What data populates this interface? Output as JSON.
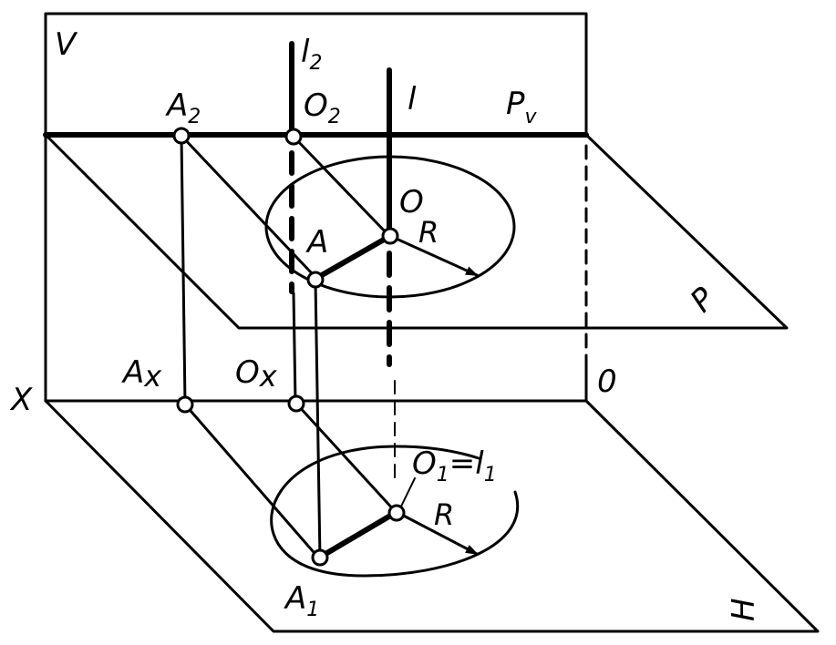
{
  "labels": {
    "V": "V",
    "l2_main": "l",
    "l2_sub": "2",
    "l": "l",
    "Pv_main": "P",
    "Pv_sub": "v",
    "A2_main": "A",
    "A2_sub": "2",
    "O2_main": "O",
    "O2_sub": "2",
    "O": "O",
    "R_upper": "R",
    "A": "A",
    "P": "P",
    "X": "X",
    "Ax_main": "A",
    "Ax_sub": "x",
    "Ox_main": "O",
    "Ox_sub": "x",
    "zero": "0",
    "O1_main": "O",
    "O1_sub": "1",
    "eq": "=",
    "l1_main": "l",
    "l1_sub": "1",
    "R_lower": "R",
    "A1_main": "A",
    "A1_sub": "1",
    "H": "H"
  },
  "colors": {
    "ink": "#000000",
    "paper": "#ffffff"
  }
}
